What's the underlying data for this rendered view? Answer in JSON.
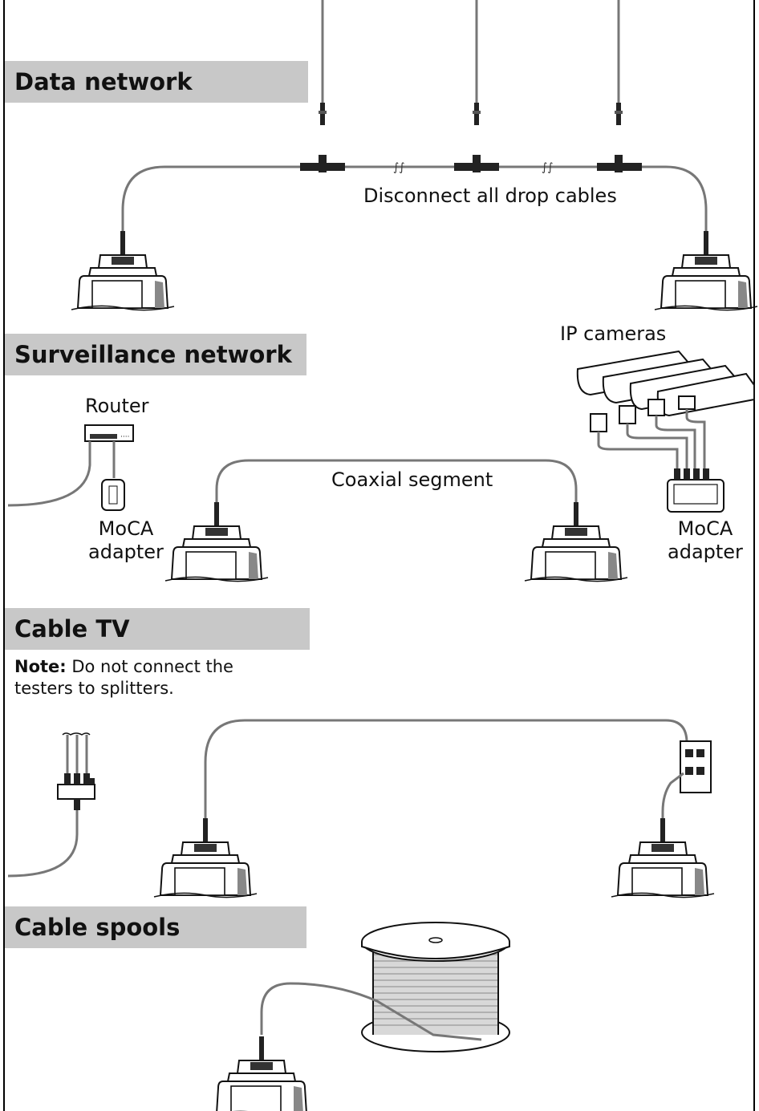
{
  "sections": {
    "data_network": {
      "title": "Data network",
      "caption": "Disconnect all drop cables"
    },
    "surveillance": {
      "title": "Surveillance network",
      "router": "Router",
      "moca_left": [
        "MoCA",
        "adapter"
      ],
      "coax": "Coaxial segment",
      "cameras": "IP cameras",
      "moca_right": [
        "MoCA",
        "adapter"
      ]
    },
    "cable_tv": {
      "title": "Cable TV",
      "note_label": "Note:",
      "note_text": " Do not connect the testers to splitters."
    },
    "cable_spools": {
      "title": "Cable spools"
    }
  }
}
